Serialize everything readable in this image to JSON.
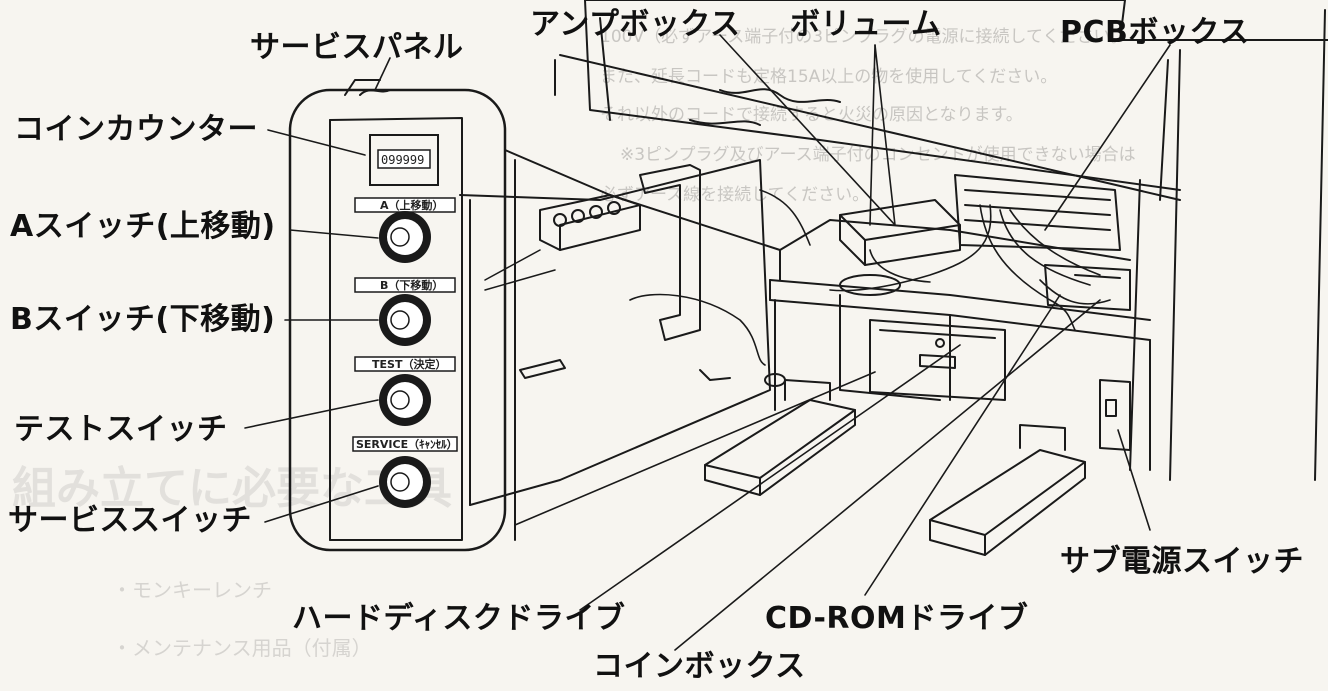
{
  "callouts": {
    "service_panel": "サービスパネル",
    "coin_counter": "コインカウンター",
    "a_switch": "Aスイッチ(上移動)",
    "b_switch": "Bスイッチ(下移動)",
    "test_switch": "テストスイッチ",
    "service_switch": "サービススイッチ",
    "amp_box": "アンプボックス",
    "volume": "ボリューム",
    "pcb_box": "PCBボックス",
    "hard_disk_drive": "ハードディスクドライブ",
    "cd_rom_drive": "CD-ROMドライブ",
    "coin_box": "コインボックス",
    "sub_power_switch": "サブ電源スイッチ"
  },
  "panel": {
    "counter_digits": "099999",
    "label_a": "A（上移動）",
    "label_b": "B（下移動）",
    "label_test": "TEST（決定）",
    "label_service": "SERVICE（ｷｬﾝｾﾙ）"
  },
  "background_text": {
    "line1": "100V（必ずアース端子付の3ピンプラグの電源に接続してください。",
    "line2": "また、延長コードも定格15A以上の物を使用してください。",
    "line3": "それ以外のコードで接続すると火災の原因となります。",
    "line4": "※3ピンプラグ及びアース端子付のコンセントが使用できない場合は",
    "line5": "必ずアース線を接続してください。",
    "heading": "組み立てに必要な工具",
    "tool1": "・モンキーレンチ",
    "tool2": "・メンテナンス用品（付属）"
  }
}
